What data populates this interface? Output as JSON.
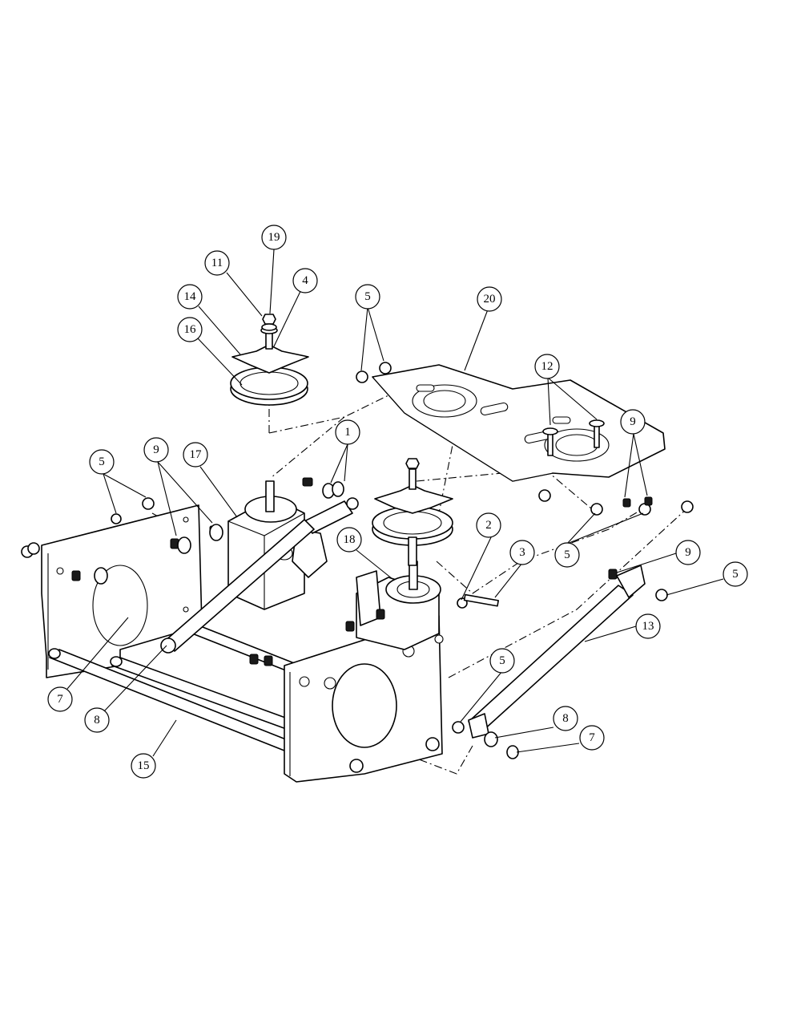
{
  "callouts": [
    {
      "id": "c19",
      "label": "19"
    },
    {
      "id": "c11",
      "label": "11"
    },
    {
      "id": "c4",
      "label": "4"
    },
    {
      "id": "c14",
      "label": "14"
    },
    {
      "id": "c16",
      "label": "16"
    },
    {
      "id": "c5a",
      "label": "5"
    },
    {
      "id": "c20",
      "label": "20"
    },
    {
      "id": "c12",
      "label": "12"
    },
    {
      "id": "c9a",
      "label": "9"
    },
    {
      "id": "c1",
      "label": "1"
    },
    {
      "id": "c5b",
      "label": "5"
    },
    {
      "id": "c9b",
      "label": "9"
    },
    {
      "id": "c17",
      "label": "17"
    },
    {
      "id": "c5c",
      "label": "5"
    },
    {
      "id": "c2",
      "label": "2"
    },
    {
      "id": "c3",
      "label": "3"
    },
    {
      "id": "c18",
      "label": "18"
    },
    {
      "id": "c9c",
      "label": "9"
    },
    {
      "id": "c5d",
      "label": "5"
    },
    {
      "id": "c13",
      "label": "13"
    },
    {
      "id": "c7a",
      "label": "7"
    },
    {
      "id": "c8a",
      "label": "8"
    },
    {
      "id": "c5e",
      "label": "5"
    },
    {
      "id": "c8b",
      "label": "8"
    },
    {
      "id": "c7b",
      "label": "7"
    },
    {
      "id": "c15",
      "label": "15"
    }
  ],
  "colors": {
    "line": "#000000",
    "background": "#ffffff",
    "shade": "#cfcfcf"
  }
}
